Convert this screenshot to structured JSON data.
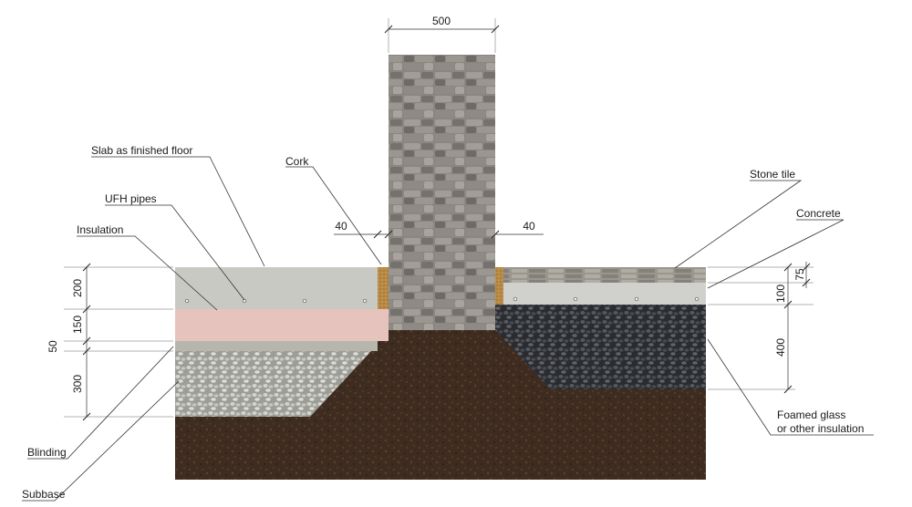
{
  "labels": {
    "slab": "Slab as finished floor",
    "cork": "Cork",
    "ufh_pipes": "UFH pipes",
    "insulation": "Insulation",
    "blinding": "Blinding",
    "subbase": "Subbase",
    "stone_tile": "Stone tile",
    "concrete": "Concrete",
    "foamed_glass_line1": "Foamed glass",
    "foamed_glass_line2": "or other insulation"
  },
  "dimensions": {
    "wall_width": "500",
    "cork_left": "40",
    "cork_right": "40",
    "left_slab": "200",
    "left_insulation": "150",
    "left_blinding": "50",
    "left_subbase": "300",
    "right_stone_tile": "75",
    "right_concrete": "100",
    "right_foamed_glass": "400"
  },
  "colors": {
    "soil": "#3e2c20",
    "stone_wall": "#8a8682",
    "slab": "#c9c9c4",
    "insulation": "#e7c3bd",
    "blinding": "#b7b6ad",
    "subbase": "#b9b9b4",
    "foamed_glass": "#3c3f44",
    "cork": "#b88a45",
    "stone_tile": "#9a958d",
    "concrete": "#d0d0cc"
  }
}
